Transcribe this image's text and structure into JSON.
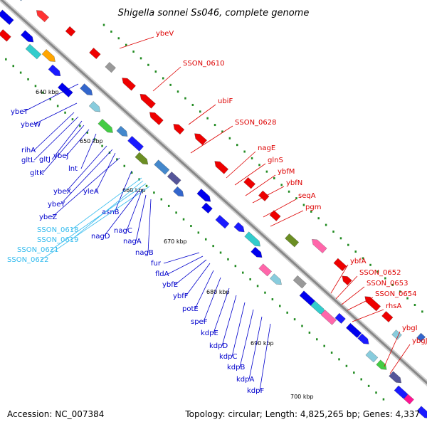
{
  "title_prefix": "Shigella sonnei Ss046",
  "title_suffix": ", complete genome",
  "accession": "Accession: NC_007384",
  "topology": "Topology: circular; Length: 4,825,265 bp; Genes: 4,337",
  "colors": {
    "forward_strand_label": "#0000cc",
    "reverse_strand_label": "#dd0000",
    "rna_label": "#33bbee",
    "backbone": "#888888",
    "gc_skew_dots": "#228b22"
  },
  "ticks": [
    "640 kbp",
    "650 kbp",
    "660 kbp",
    "670 kbp",
    "680 kbp",
    "690 kbp",
    "700 kbp"
  ],
  "left_labels": [
    "ybeT",
    "ybeW",
    "rihA",
    "gltL",
    "gltJ",
    "gltK",
    "ybeJ",
    "lnt",
    "ybeX",
    "ybeY",
    "yleA",
    "ybeZ",
    "asnB",
    "SSON_0618",
    "SSON_0619",
    "SSON_0621",
    "SSON_0622",
    "nagC",
    "nagD",
    "nagA",
    "nagB",
    "fur",
    "fldA",
    "ybfE",
    "ybfF",
    "potE",
    "speF",
    "kdpE",
    "kdpD",
    "kdpC",
    "kdpB",
    "kdpA",
    "kdpF"
  ],
  "right_labels": [
    "ybeV",
    "SSON_0610",
    "ubiF",
    "SSON_0628",
    "nagE",
    "glnS",
    "ybfM",
    "ybfN",
    "seqA",
    "pgm",
    "ybfA",
    "SSON_0652",
    "SSON_0653",
    "SSON_0654",
    "rhsA",
    "ybgI",
    "ybgJ"
  ]
}
